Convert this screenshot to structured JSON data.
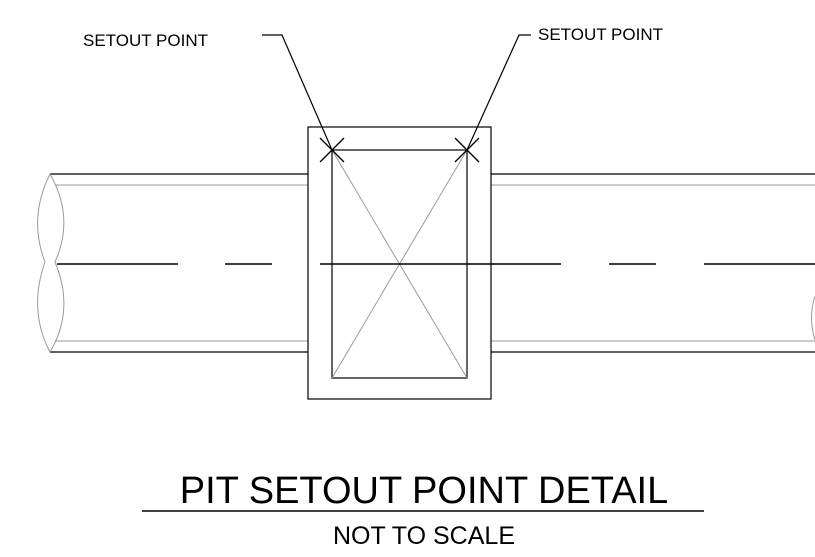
{
  "diagram": {
    "callouts": {
      "left": "SETOUT POINT",
      "right": "SETOUT POINT"
    },
    "title": "PIT SETOUT POINT DETAIL",
    "subtitle": "NOT TO SCALE"
  }
}
